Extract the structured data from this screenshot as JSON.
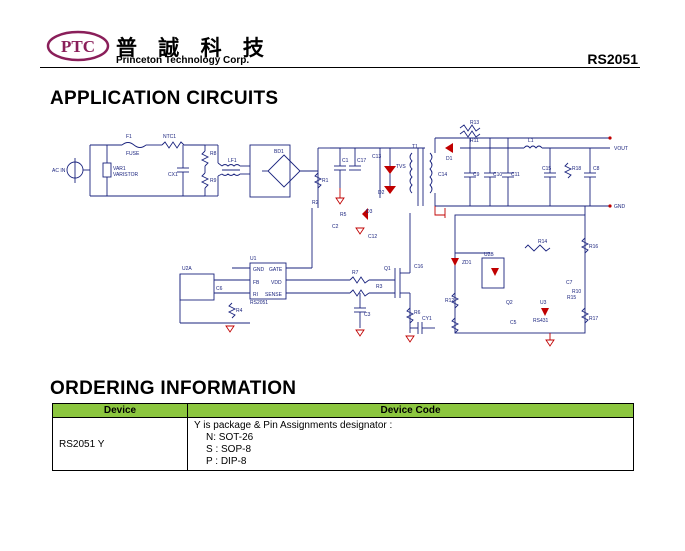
{
  "header": {
    "logo_text": "PTC",
    "company_cn": "普 誠 科 技",
    "company_en": "Princeton Technology Corp.",
    "part_number": "RS2051"
  },
  "application": {
    "title": "APPLICATION CIRCUITS",
    "labels": {
      "ac_in": "AC IN",
      "f1": "F1",
      "fuse": "FUSE",
      "ntc1": "NTC1",
      "var1": "VAR1",
      "varistor": "VARISTOR",
      "cx1": "CX1",
      "r8": "R8",
      "r9": "R9",
      "lf1": "LF1",
      "bd1": "BD1",
      "r1": "R1",
      "c1": "C1",
      "c17": "C17",
      "c13": "C13",
      "tvs": "TVS",
      "t1": "T1",
      "d1": "D1",
      "r13": "R13",
      "r11": "R11",
      "l1": "L1",
      "vout": "VOUT",
      "gnd": "GND",
      "c14": "C14",
      "c9": "C9",
      "c10": "C10",
      "c11": "C11",
      "c15": "C15",
      "r18": "R18",
      "c8": "C8",
      "d2": "D2",
      "r2": "R2",
      "c2": "C2",
      "r5": "R5",
      "d3": "D3",
      "c12": "C12",
      "u1": "U1",
      "pin_gnd": "GND",
      "pin_gate": "GATE",
      "pin_fb": "FB",
      "pin_vdd": "VDD",
      "pin_ri": "RI",
      "pin_sense": "SENSE",
      "ic_name": "RS2051",
      "u2a": "U2A",
      "c6": "C6",
      "r4": "R4",
      "r7": "R7",
      "q1": "Q1",
      "c16": "C16",
      "r6": "R6",
      "r3": "R3",
      "c3": "C3",
      "cy1": "CY1",
      "zd1": "ZD1",
      "u2b": "U2B",
      "r14": "R14",
      "r16": "R16",
      "r12": "R12",
      "r15": "R15",
      "q2": "Q2",
      "u3": "U3",
      "tl": "RS431",
      "c7": "C7",
      "r10": "R10",
      "r17": "R17",
      "c5": "C5"
    }
  },
  "ordering": {
    "title": "ORDERING INFORMATION",
    "columns": [
      "Device",
      "Device Code"
    ],
    "rows": [
      {
        "device": "RS2051 Y",
        "code_lines": [
          "Y is package & Pin Assignments designator :",
          "N: SOT-26",
          "S : SOP-8",
          "P : DIP-8"
        ]
      }
    ]
  },
  "colors": {
    "table_header_green": "#8cc63f",
    "logo_purple": "#8a1f5a",
    "wire_blue": "#1a237e",
    "net_red": "#c00000"
  }
}
